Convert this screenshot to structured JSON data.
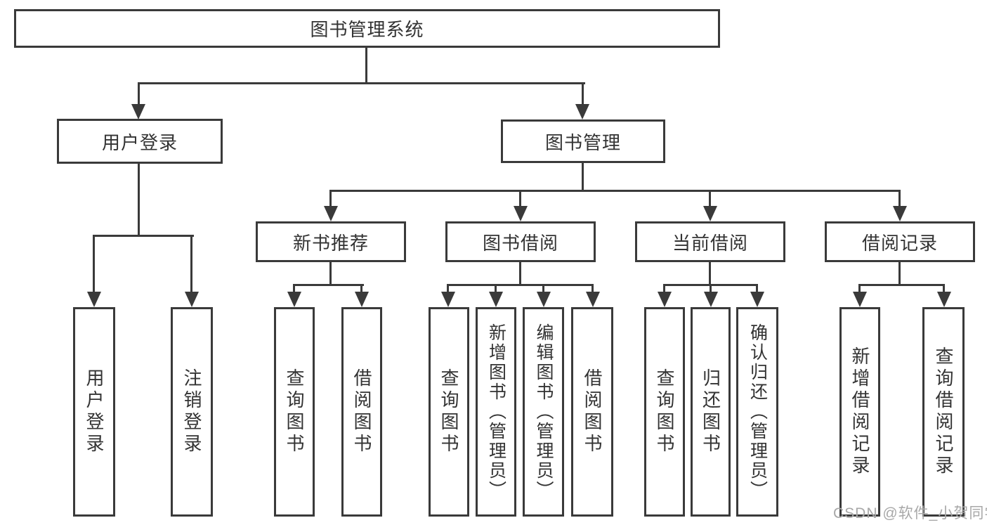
{
  "diagram": {
    "root": "图书管理系统",
    "level2": {
      "user_login": "用户登录",
      "book_mgmt": "图书管理"
    },
    "level3": {
      "new_book": "新书推荐",
      "book_borrow": "图书借阅",
      "current_borrow": "当前借阅",
      "borrow_record": "借阅记录"
    },
    "leaves": {
      "user_login_leaf": "用户登录",
      "logout": "注销登录",
      "nb_query": "查询图书",
      "nb_borrow": "借阅图书",
      "bb_query": "查询图书",
      "bb_add": "新增图书（管理员）",
      "bb_edit": "编辑图书（管理员）",
      "bb_borrow": "借阅图书",
      "cb_query": "查询图书",
      "cb_return": "归还图书",
      "cb_confirm": "确认归还（管理员）",
      "br_add": "新增借阅记录",
      "br_query": "查询借阅记录"
    }
  },
  "watermark": "CSDN @软件_小贺同学",
  "colors": {
    "line": "#3a3a3a",
    "text": "#333333",
    "watermark": "#a8a8a8",
    "background": "#ffffff"
  }
}
